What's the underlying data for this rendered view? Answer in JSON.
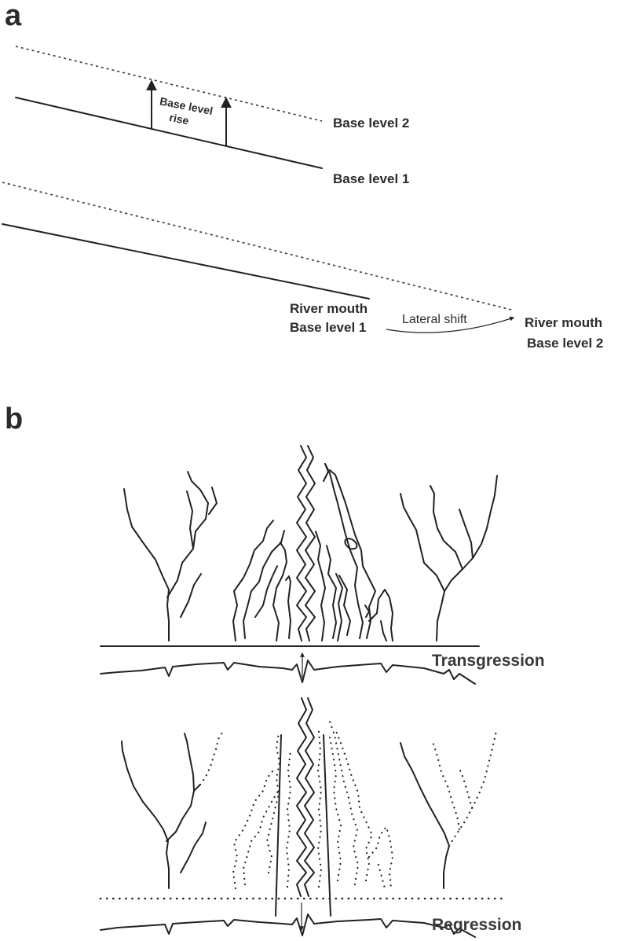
{
  "panel_a": {
    "letter": "a",
    "base_level_rise_line1": "Base level",
    "base_level_rise_line2": "rise",
    "base_level_2": "Base level 2",
    "base_level_1": "Base level 1",
    "river_mouth_1_line1": "River mouth",
    "river_mouth_1_line2": "Base level 1",
    "lateral_shift": "Lateral shift",
    "river_mouth_2_line1": "River mouth",
    "river_mouth_2_line2": "Base level 2"
  },
  "panel_b": {
    "letter": "b",
    "transgression": "Transgression",
    "regression": "Regression"
  }
}
